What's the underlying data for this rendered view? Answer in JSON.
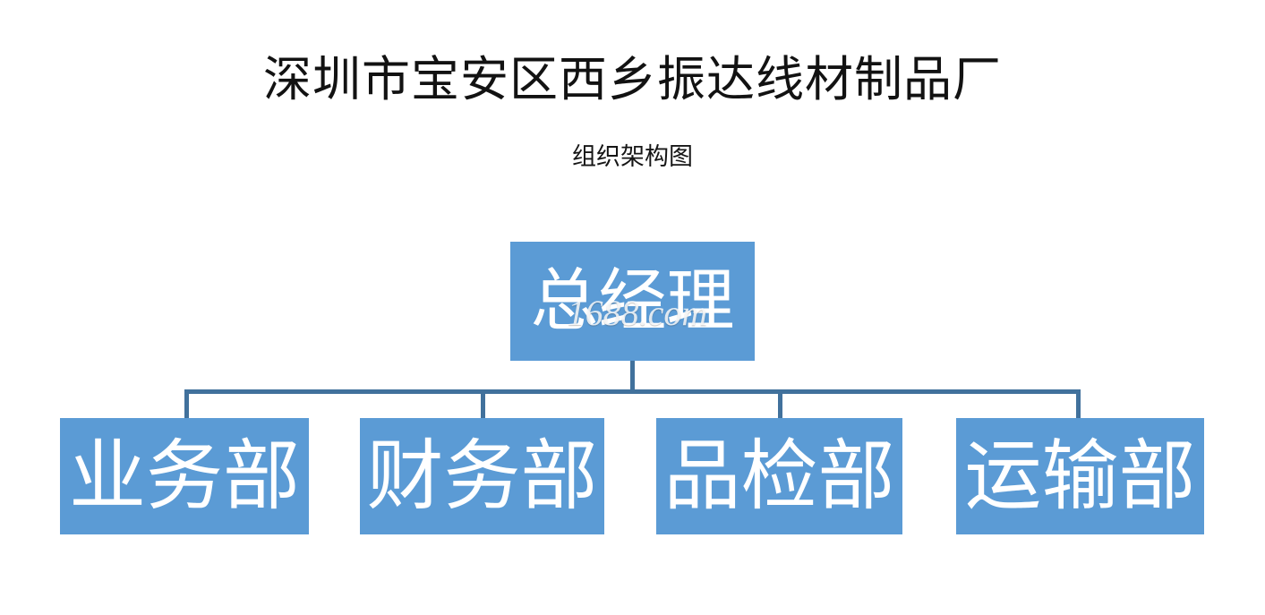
{
  "document": {
    "title": "深圳市宝安区西乡振达线材制品厂",
    "subtitle": "组织架构图",
    "background_color": "#FFFFFF",
    "title_color": "#121212"
  },
  "watermark": {
    "text": "1688.com"
  },
  "org_chart": {
    "node_fill_color": "#5B9BD5",
    "node_text_color": "#FFFFFF",
    "connector_color": "#41719C",
    "root": {
      "label": "总经理"
    },
    "departments": [
      {
        "label": "业务部"
      },
      {
        "label": "财务部"
      },
      {
        "label": "品检部"
      },
      {
        "label": "运输部"
      }
    ]
  }
}
